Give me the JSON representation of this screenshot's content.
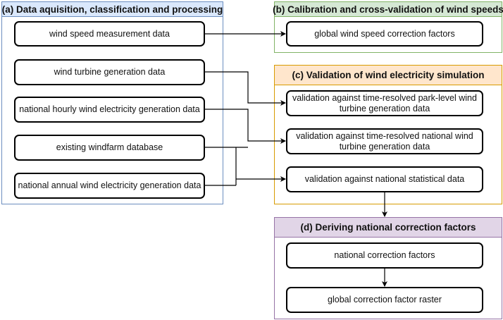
{
  "groups": {
    "a": {
      "title": "(a) Data aquisition, classification and processing",
      "fill": "#dae8fc",
      "stroke": "#6c8ebf",
      "boxes": [
        "wind speed measurement data",
        "wind turbine generation data",
        "national hourly wind electricity generation data",
        "existing windfarm database",
        "national annual wind electricity generation data"
      ]
    },
    "b": {
      "title": "(b) Calibration and cross-validation of wind speeds",
      "fill": "#d5e8d4",
      "stroke": "#82b366",
      "boxes": [
        "global wind speed correction factors"
      ]
    },
    "c": {
      "title": "(c) Validation of wind electricity simulation",
      "fill": "#ffe6cc",
      "stroke": "#d79b00",
      "boxes": [
        "validation against time-resolved park-level wind turbine generation data",
        "validation against time-resolved national wind turbine generation data",
        "validation against national statistical data"
      ]
    },
    "d": {
      "title": "(d) Deriving national correction factors",
      "fill": "#e1d5e7",
      "stroke": "#9673a6",
      "boxes": [
        "national correction factors",
        "global correction factor raster"
      ]
    }
  }
}
